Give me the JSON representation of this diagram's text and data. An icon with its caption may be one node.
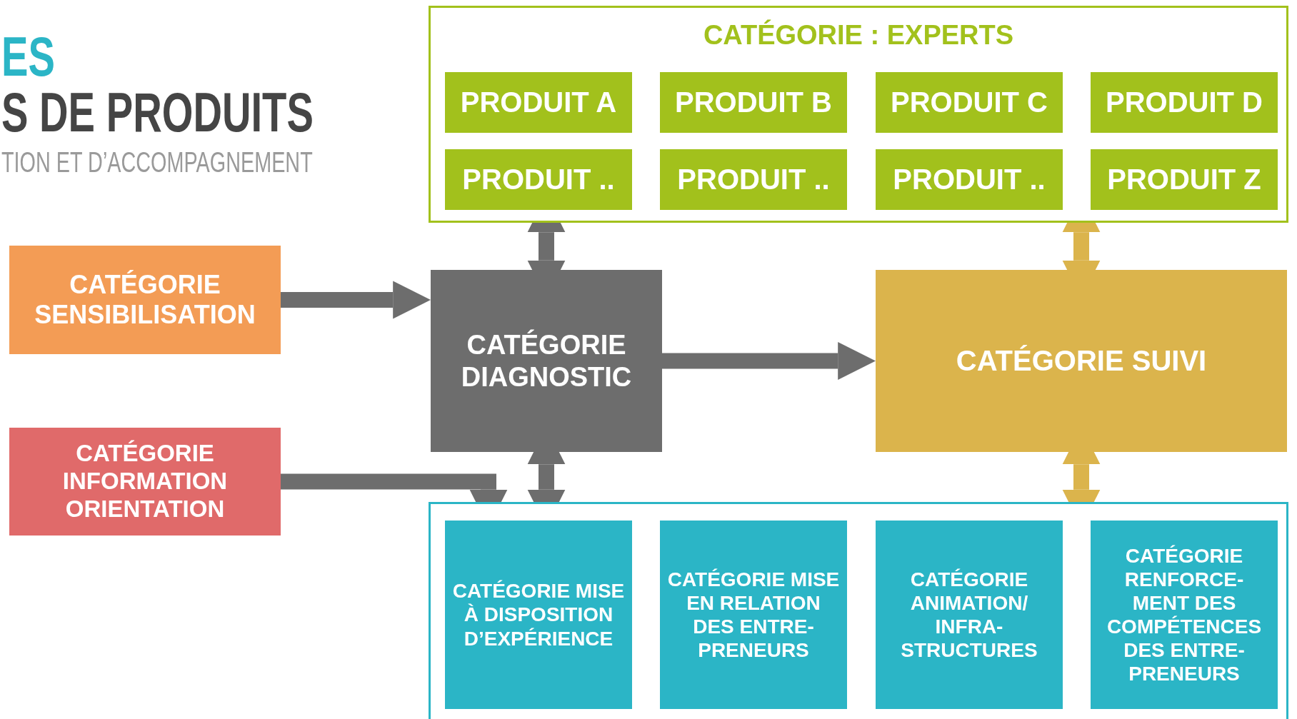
{
  "diagram": {
    "nodes": [
      {
        "text": [
          "CATÉGORIE : EXPERTS"
        ]
      },
      {
        "text": [
          "PRODUIT A"
        ],
        "in": 0
      },
      {
        "text": [
          "PRODUIT B"
        ],
        "in": 0
      },
      {
        "text": [
          "PRODUIT C"
        ],
        "in": 0
      },
      {
        "text": [
          "PRODUIT D"
        ],
        "in": 0
      },
      {
        "text": [
          "PRODUIT .."
        ],
        "in": 0
      },
      {
        "text": [
          "PRODUIT .."
        ],
        "in": 0
      },
      {
        "text": [
          "PRODUIT .."
        ],
        "in": 0
      },
      {
        "text": [
          "PRODUIT Z"
        ],
        "in": 0
      },
      {
        "text": [
          "CATÉGORIE SENSIBILISATION"
        ]
      },
      {
        "text": [
          "CATÉGORIE INFORMATION ORIENTATION"
        ]
      },
      {
        "text": [
          "CATÉGORIE DIAGNOSTIC"
        ]
      },
      {
        "text": [
          "CATÉGORIE SUIVI"
        ]
      },
      {
        "text": [],
        "shape": "box"
      },
      {
        "text": [
          "CATÉGORIE MISE À DISPOSITION D’EXPÉRIENCE"
        ],
        "in": 13
      },
      {
        "text": [
          "CATÉGORIE MISE EN RELATION DES ENTRE- PRENEURS"
        ],
        "in": 13
      },
      {
        "text": [
          "CATÉGORIE ANIMATION/ INFRA- STRUCTURES"
        ],
        "in": 13
      },
      {
        "text": [
          "CATÉGORIE RENFORCE- MENT DES COMPÉTENCES DES ENTRE- PRENEURS"
        ],
        "in": 13
      }
    ],
    "edges": [
      {
        "from": 9,
        "to": 11,
        "arrow": "to"
      },
      {
        "from": 10,
        "to": 11,
        "arrow": "to"
      },
      {
        "from": 11,
        "to": 12,
        "arrow": "to"
      },
      {
        "from": 11,
        "to": 0,
        "arrow": "both"
      },
      {
        "from": 12,
        "to": 0,
        "arrow": "both",
        "color": "#dbb44c"
      },
      {
        "from": 11,
        "to": 13,
        "arrow": "both"
      },
      {
        "from": 12,
        "to": 13,
        "arrow": "both",
        "color": "#dbb44c"
      }
    ],
    "labels": [
      "ES",
      "S DE PRODUITS",
      "TION ET D’ACCOMPAGNEMENT"
    ]
  }
}
